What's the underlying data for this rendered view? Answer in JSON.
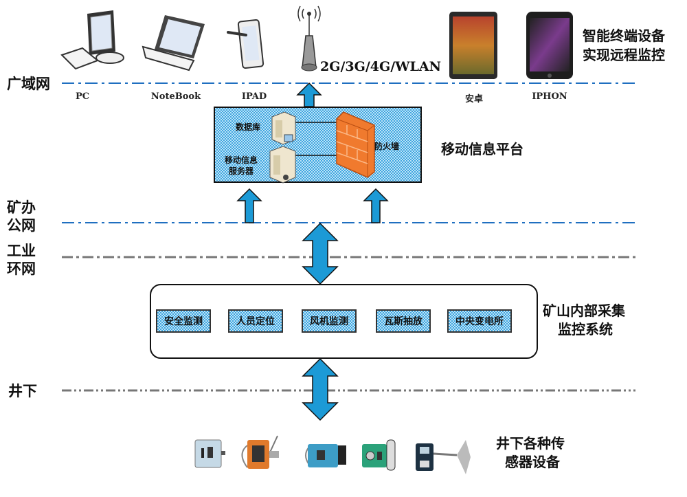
{
  "zones": {
    "wan": "广域网",
    "office_line1": "矿办",
    "office_line2": "公网",
    "industrial_line1": "工业",
    "industrial_line2": "环网",
    "underground": "井下"
  },
  "terminals": [
    {
      "label": "PC",
      "icon": "desktop-computer"
    },
    {
      "label": "NoteBook",
      "icon": "laptop"
    },
    {
      "label": "IPAD",
      "icon": "tablet-with-stylus"
    },
    {
      "label": "安卓",
      "icon": "android-tablet"
    },
    {
      "label": "IPHON",
      "icon": "iphone"
    }
  ],
  "wireless": {
    "label": "2G/3G/4G/WLAN",
    "icon": "wireless-antenna"
  },
  "smart_terminal_caption": {
    "line1": "智能终端设备",
    "line2": "实现远程监控"
  },
  "platform": {
    "title": "移动信息平台",
    "database_label": "数据库",
    "server_label_line1": "移动信息",
    "server_label_line2": "服务器",
    "firewall_label": "防火墙"
  },
  "mine_system": {
    "title_line1": "矿山内部采集",
    "title_line2": "监控系统",
    "subsystems": [
      "安全监测",
      "人员定位",
      "风机监测",
      "瓦斯抽放",
      "中央变电所"
    ]
  },
  "sensors": {
    "title_line1": "井下各种传",
    "title_line2": "感器设备",
    "devices": [
      "sensor-gray",
      "sensor-orange",
      "sensor-blue",
      "sensor-green",
      "sensor-dark"
    ]
  },
  "colors": {
    "arrow_fill": "#1c9ad6",
    "wan_line": "#1f6fc0",
    "gray_line": "#777777",
    "firewall": "#f07a2e"
  }
}
